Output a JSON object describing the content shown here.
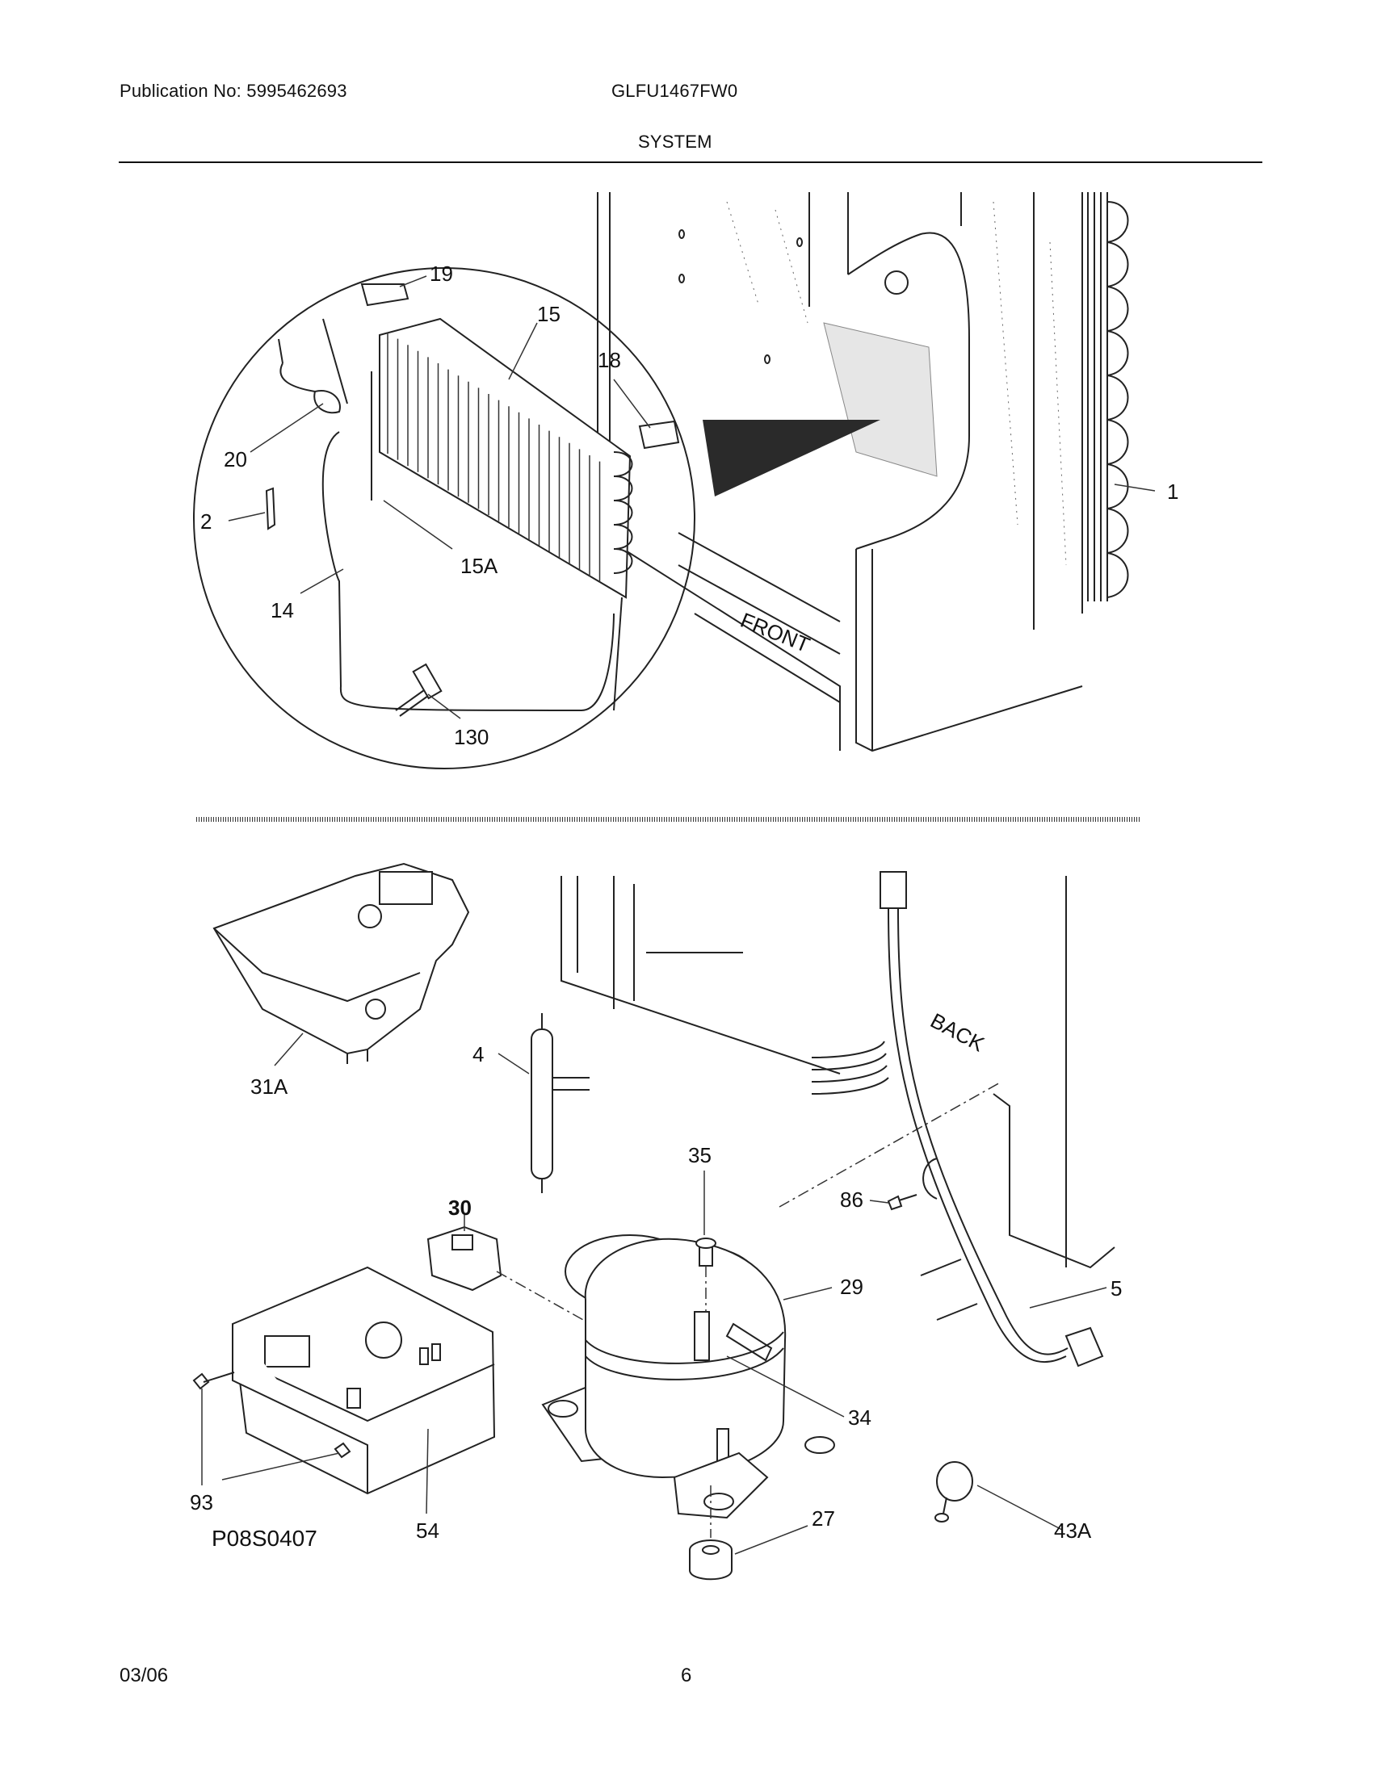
{
  "header": {
    "publication": "Publication No: 5995462693",
    "model": "GLFU1467FW0",
    "section": "SYSTEM"
  },
  "diagram": {
    "top_labels": {
      "front": "FRONT"
    },
    "bottom_labels": {
      "back": "BACK",
      "drawing_code": "P08S0407"
    },
    "callouts": {
      "c1": "1",
      "c2": "2",
      "c14": "14",
      "c15": "15",
      "c15a": "15A",
      "c18": "18",
      "c19": "19",
      "c20": "20",
      "c130": "130",
      "c31a": "31A",
      "c4": "4",
      "c35": "35",
      "c30": "30",
      "c86": "86",
      "c29": "29",
      "c5": "5",
      "c34": "34",
      "c93": "93",
      "c54": "54",
      "c27": "27",
      "c43a": "43A"
    }
  },
  "footer": {
    "date": "03/06",
    "page": "6"
  }
}
